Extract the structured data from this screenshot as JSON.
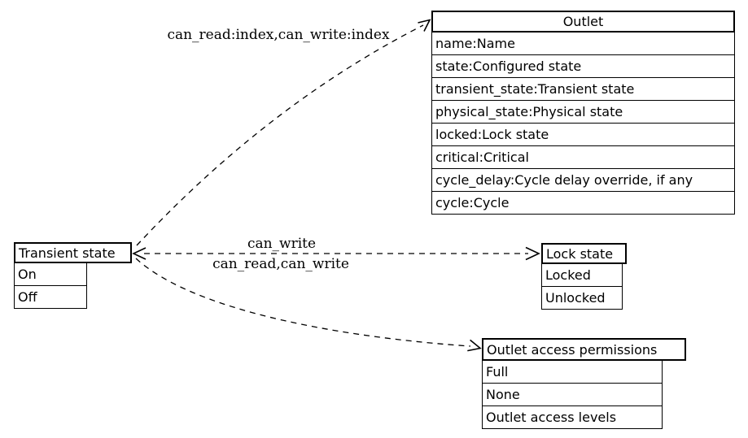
{
  "colors": {
    "background": "#ffffff",
    "stroke": "#000000",
    "text": "#000000"
  },
  "nodes": {
    "outlet": {
      "title": "Outlet",
      "rows": [
        "name:Name",
        "state:Configured state",
        "transient_state:Transient state",
        "physical_state:Physical state",
        "locked:Lock state",
        "critical:Critical",
        "cycle_delay:Cycle delay override, if any",
        "cycle:Cycle"
      ]
    },
    "transient_state": {
      "title": "Transient state",
      "rows": [
        "On",
        "Off"
      ]
    },
    "lock_state": {
      "title": "Lock state",
      "rows": [
        "Locked",
        "Unlocked"
      ]
    },
    "outlet_access_permissions": {
      "title": "Outlet access permissions",
      "rows": [
        "Full",
        "None",
        "Outlet access levels"
      ]
    }
  },
  "edges": [
    {
      "from": "Transient state",
      "to": "Outlet",
      "label": "can_read:index,can_write:index",
      "style": "dashed"
    },
    {
      "from": "Transient state",
      "to": "Lock state",
      "label": "can_write",
      "style": "dashed",
      "arrowheads": "both"
    },
    {
      "from": "Transient state",
      "to": "Outlet access permissions",
      "label": "can_read,can_write",
      "style": "dashed"
    }
  ]
}
